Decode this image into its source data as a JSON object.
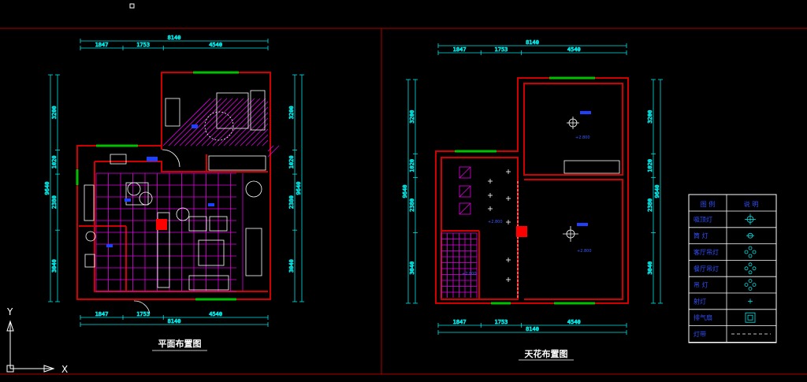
{
  "left_plan": {
    "title": "平面布置图",
    "dims_top": {
      "total": "8140",
      "parts": [
        "1847",
        "1753",
        "4540"
      ]
    },
    "dims_bottom": {
      "total": "8140",
      "parts": [
        "1847",
        "1753",
        "4540"
      ]
    },
    "dims_left": {
      "total": "9640",
      "parts": [
        "3200",
        "1020",
        "2380",
        "3040"
      ]
    },
    "dims_right": {
      "total": "9640",
      "parts": [
        "3200",
        "1020",
        "2380",
        "3040"
      ]
    }
  },
  "right_plan": {
    "title": "天花布置图",
    "dims_top": {
      "total": "8140",
      "parts": [
        "1847",
        "1753",
        "4540"
      ]
    },
    "dims_bottom": {
      "total": "8140",
      "parts": [
        "1847",
        "1753",
        "4540"
      ]
    },
    "dims_left": {
      "total": "9640",
      "parts": [
        "3200",
        "1020",
        "2380",
        "3040"
      ]
    },
    "dims_right": {
      "total": "9640",
      "parts": [
        "3200",
        "1020",
        "2380",
        "3040"
      ]
    },
    "levels": [
      "+2.800",
      "+2.800",
      "+2.800",
      "+2.800"
    ]
  },
  "legend": {
    "header": [
      "图 例",
      "说 明"
    ],
    "rows": [
      "吸顶灯",
      "筒 灯",
      "客厅吊灯",
      "餐厅吊灯",
      "吊 灯",
      "射灯",
      "排气扇",
      "灯带"
    ]
  },
  "axis": {
    "x": "X",
    "y": "Y"
  },
  "colors": {
    "background": "#000000",
    "frame": "#b00000",
    "wall": "#c00000",
    "dimension": "#00ffff",
    "tile": "#ff00ff",
    "window": "#00c000",
    "annotation": "#3050ff"
  }
}
